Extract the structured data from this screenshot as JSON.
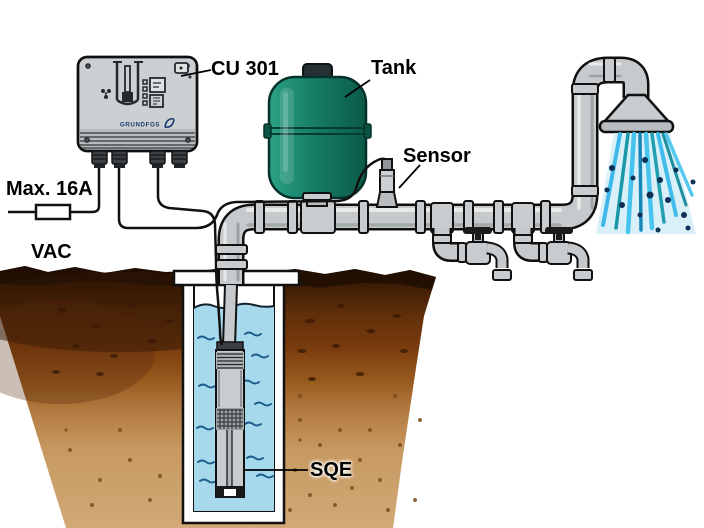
{
  "diagram": {
    "type": "pump-system-installation-diagram",
    "labels": {
      "controller": "CU 301",
      "tank": "Tank",
      "sensor": "Sensor",
      "pump": "SQE",
      "fuse_rating": "Max. 16A",
      "power": "VAC",
      "brand": "GRUNDFOS"
    },
    "colors": {
      "tank_teal": "#157a64",
      "water_blue": "#a6d9ec",
      "spray_blue": "#3db8e8",
      "soil_dark": "#4a2208",
      "soil_light": "#d2a876",
      "pipe_gray": "#c6cacc",
      "label_text": "#000000"
    }
  }
}
